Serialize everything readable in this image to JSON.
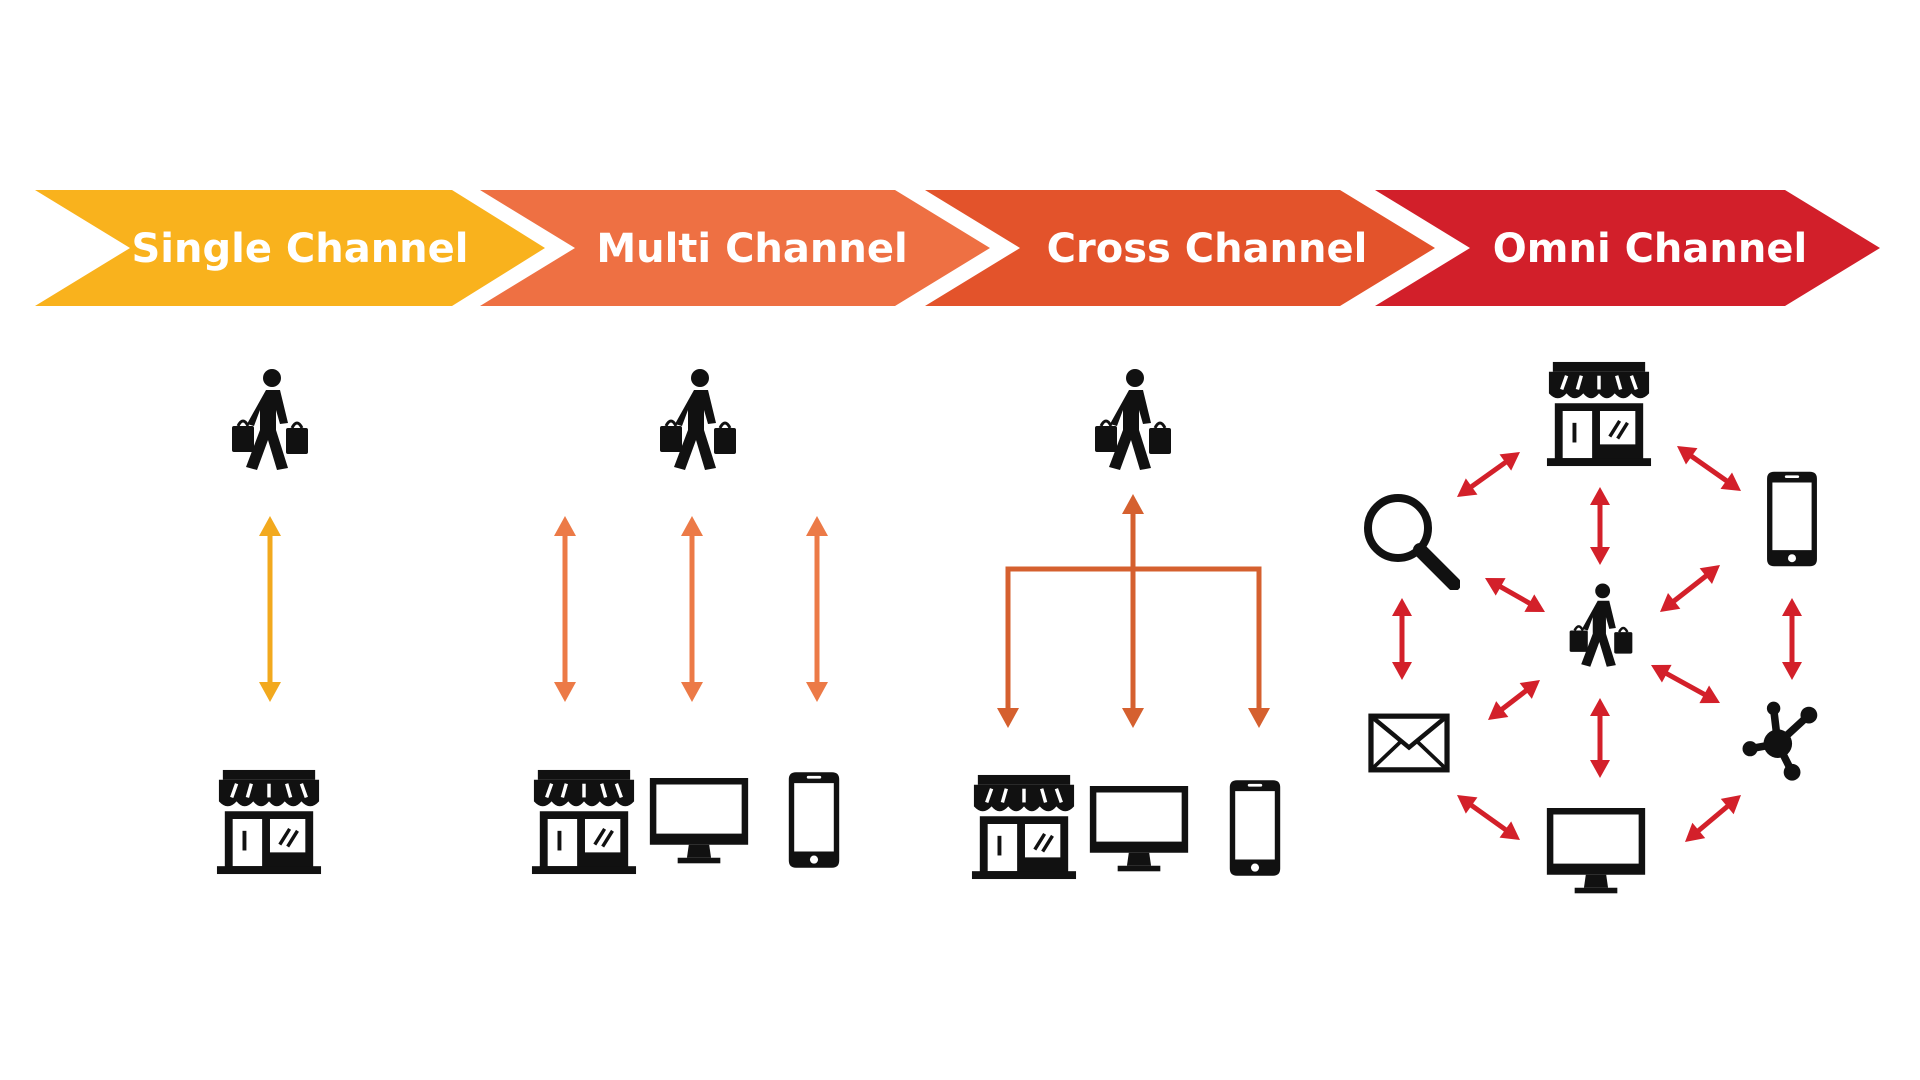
{
  "stages": [
    {
      "id": "single",
      "label": "Single Channel",
      "color": "#F9B21D"
    },
    {
      "id": "multi",
      "label": "Multi Channel",
      "color": "#EE7043"
    },
    {
      "id": "cross",
      "label": "Cross Channel",
      "color": "#E3532B"
    },
    {
      "id": "omni",
      "label": "Omni Channel",
      "color": "#D21F2A"
    }
  ],
  "connector_colors": {
    "single": "#F2A91E",
    "multi": "#EC7A47",
    "cross": "#D5602F",
    "omni": "#D3202A"
  },
  "icon_color": "#111111",
  "channels": {
    "single": [
      "store-icon"
    ],
    "multi": [
      "store-icon",
      "desktop-icon",
      "smartphone-icon"
    ],
    "cross": [
      "store-icon",
      "desktop-icon",
      "smartphone-icon"
    ],
    "omni": [
      "store-icon",
      "smartphone-icon",
      "search-icon",
      "mail-icon",
      "social-network-icon",
      "desktop-icon"
    ]
  },
  "customer_icon": "shopper-icon"
}
